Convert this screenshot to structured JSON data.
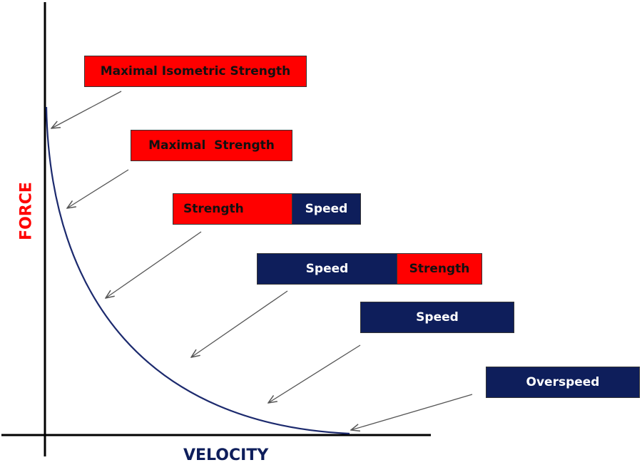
{
  "colors": {
    "red": "#ff0000",
    "navy": "#0e1e5b",
    "curve": "#1c2a6e",
    "axis": "#000000",
    "arrow": "#555555"
  },
  "axes": {
    "y_label": "FORCE",
    "x_label": "VELOCITY"
  },
  "boxes": [
    {
      "id": "maximal-isometric-strength",
      "segments": [
        {
          "label": "Maximal Isometric Strength",
          "color": "red"
        }
      ]
    },
    {
      "id": "maximal-strength",
      "segments": [
        {
          "label": "Maximal  Strength",
          "color": "red"
        }
      ]
    },
    {
      "id": "strength-speed",
      "segments": [
        {
          "label": "Strength",
          "color": "red"
        },
        {
          "label": "Speed",
          "color": "navy"
        }
      ]
    },
    {
      "id": "speed-strength",
      "segments": [
        {
          "label": "Speed",
          "color": "navy"
        },
        {
          "label": "Strength",
          "color": "red"
        }
      ]
    },
    {
      "id": "speed",
      "segments": [
        {
          "label": "Speed",
          "color": "navy"
        }
      ]
    },
    {
      "id": "overspeed",
      "segments": [
        {
          "label": "Overspeed",
          "color": "navy"
        }
      ]
    }
  ]
}
